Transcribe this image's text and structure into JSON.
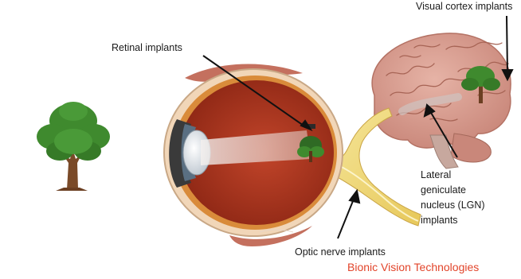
{
  "labels": {
    "visual_cortex": "Visual cortex implants",
    "retinal": "Retinal implants",
    "lgn_line1": "Lateral",
    "lgn_line2": "geniculate",
    "lgn_line3": "nucleus (LGN)",
    "lgn_line4": "implants",
    "optic_nerve": "Optic nerve implants"
  },
  "caption": "Bionic Vision Technologies",
  "colors": {
    "caption": "#e2442a",
    "foliage": "#3f8a2e",
    "trunk": "#7a4a28",
    "brain": "#d59a8c",
    "optic_nerve": "#f2e08a",
    "eye_interior": "#a8341e",
    "sclera": "#f1d6b8"
  }
}
